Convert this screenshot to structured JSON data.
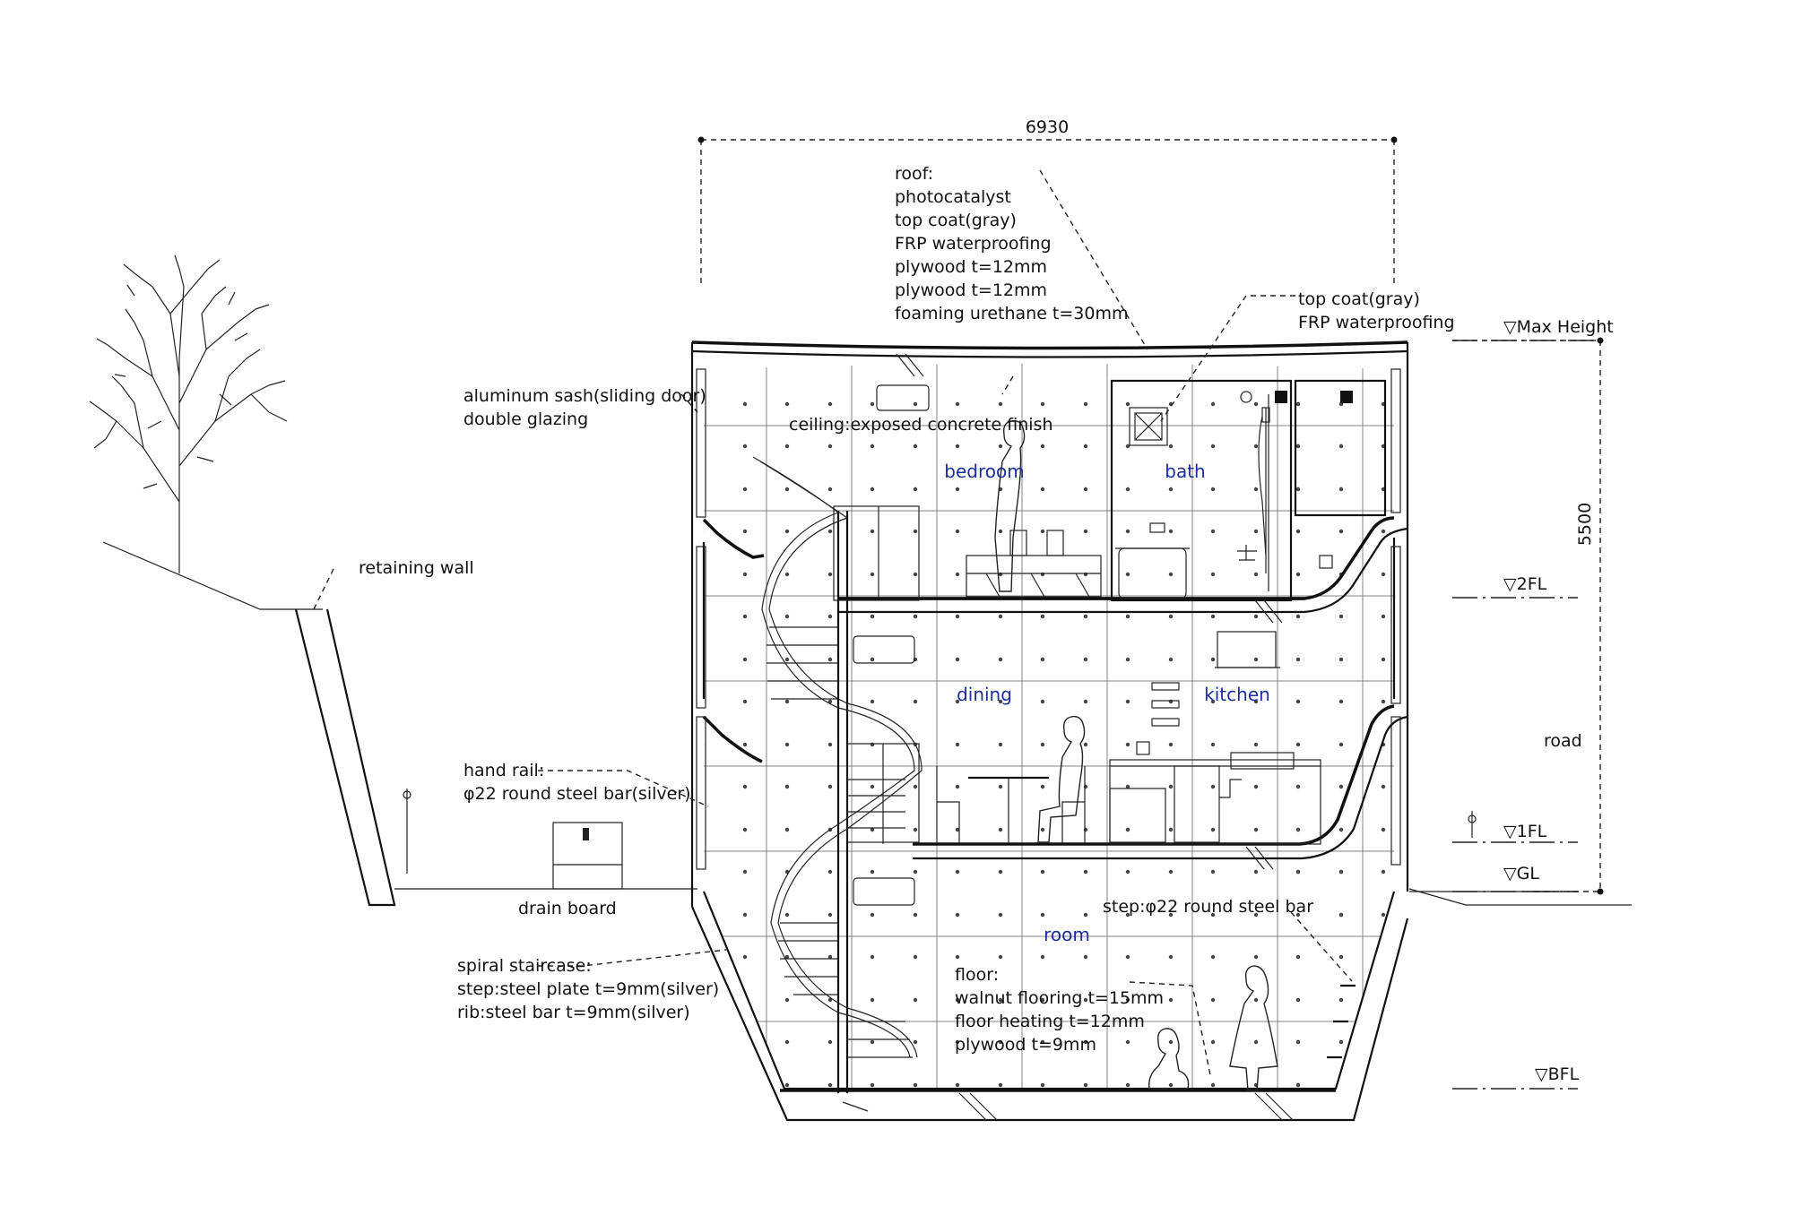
{
  "dimensions": {
    "width": "6930",
    "height": "5500"
  },
  "levels": {
    "max_height": "▽Max Height",
    "second_floor": "▽2FL",
    "first_floor": "▽1FL",
    "ground_level": "▽GL",
    "basement_floor": "▽BFL"
  },
  "rooms": {
    "bedroom": "bedroom",
    "bath": "bath",
    "dining": "dining",
    "kitchen": "kitchen",
    "room": "room"
  },
  "annotations": {
    "roof": [
      "roof:",
      "photocatalyst",
      "top coat(gray)",
      "FRP waterproofing",
      "plywood t=12mm",
      "plywood t=12mm",
      "foaming urethane t=30mm"
    ],
    "bath_roof": [
      "top coat(gray)",
      "FRP waterproofing"
    ],
    "sash": [
      "aluminum sash(sliding door)",
      "double glazing"
    ],
    "ceiling": "ceiling:exposed concrete finish",
    "retaining_wall": "retaining wall",
    "hand_rail": [
      "hand rail:",
      "φ22 round steel bar(silver)"
    ],
    "drain_board": "drain board",
    "spiral_staircase": [
      "spiral staircase:",
      "step:steel plate t=9mm(silver)",
      "rib:steel bar t=9mm(silver)"
    ],
    "step": "step:φ22 round steel bar",
    "floor": [
      "floor:",
      "walnut flooring t=15mm",
      "floor heating t=12mm",
      "plywood t=9mm"
    ],
    "road": "road"
  }
}
